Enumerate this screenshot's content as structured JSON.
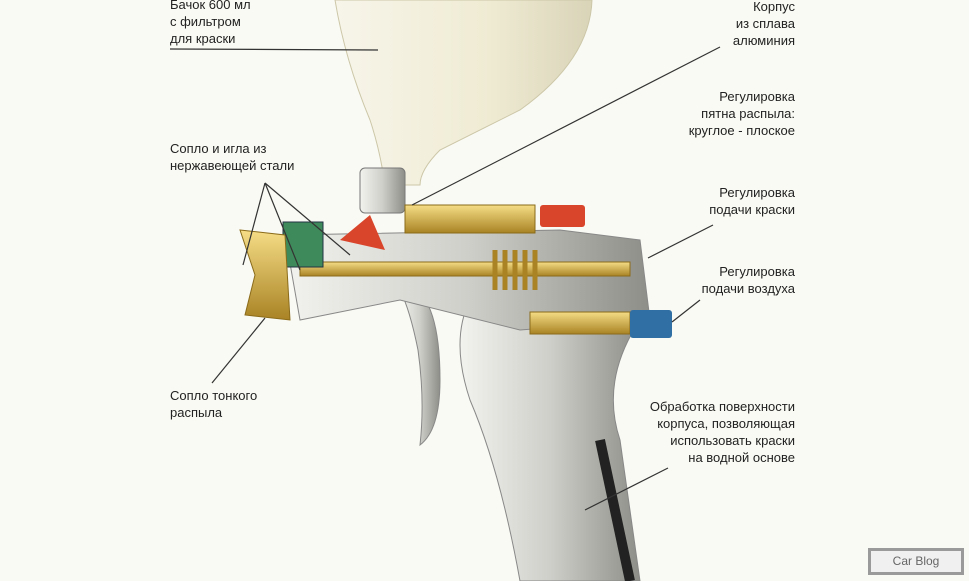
{
  "labels": {
    "tank": "Бачок 600 мл\nс фильтром\nдля краски",
    "body": "Корпус\nиз сплава\nалюминия",
    "spray_pattern": "Регулировка\nпятна распыла:\nкруглое - плоское",
    "nozzle_needle": "Сопло и игла из\nнержавеющей стали",
    "paint_feed": "Регулировка\nподачи краски",
    "air_feed": "Регулировка\nподачи воздуха",
    "fine_nozzle": "Сопло тонкого\nраспыла",
    "surface": "Обработка поверхности\nкорпуса, позволяющая\nиспользовать краски\nна  водной основе"
  },
  "watermark": "Car Blog",
  "colors": {
    "background": "#fafaf4",
    "tank": "#f2efdc",
    "metal": "#c9c9c4",
    "brass": "#d9b54a",
    "red_knob": "#d9452b",
    "blue_knob": "#2f6fa3",
    "green_cap": "#3f8a5a"
  }
}
